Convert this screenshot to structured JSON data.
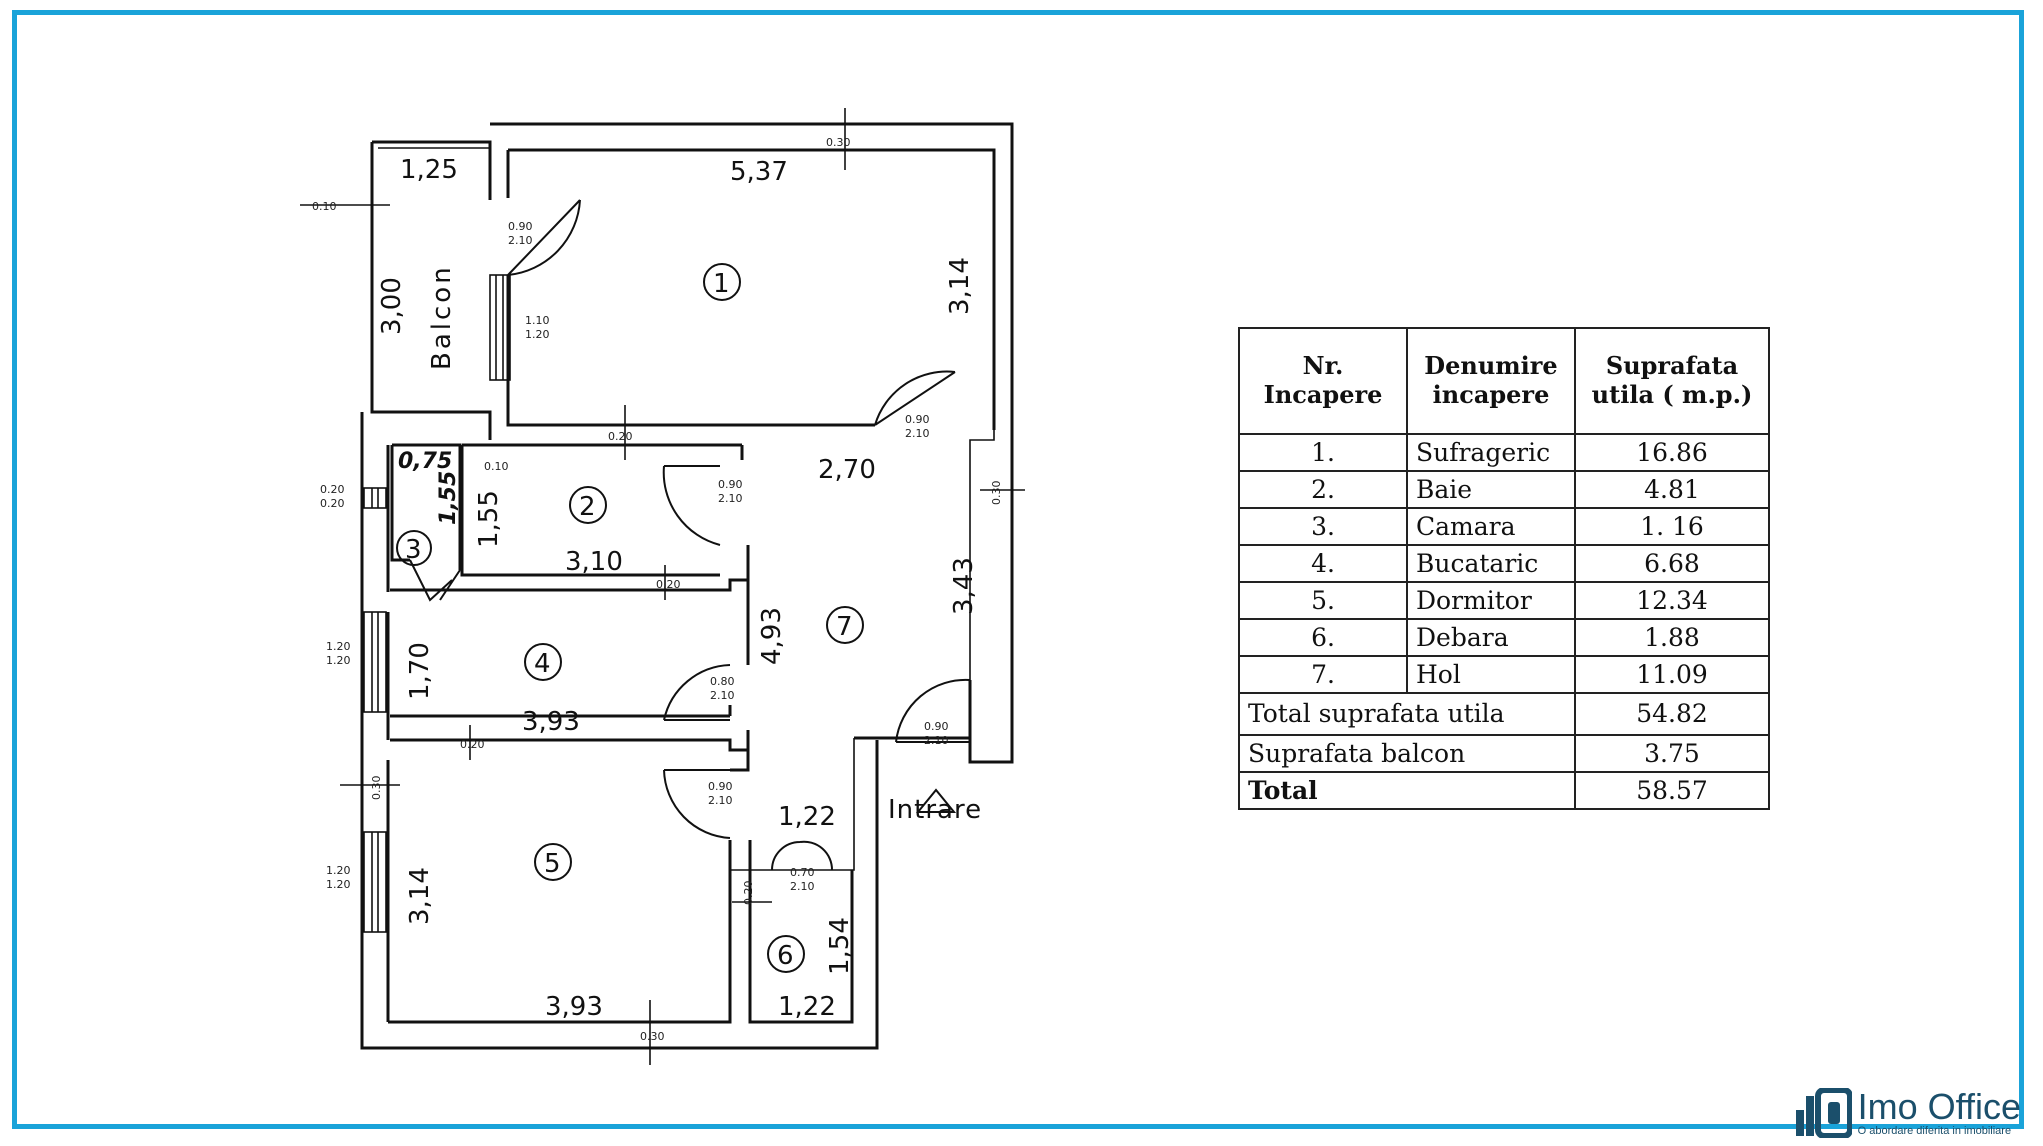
{
  "plan": {
    "dimensions": {
      "balcon_width": "1,25",
      "balcon_height": "3,00",
      "room1_width": "5,37",
      "room1_height": "3,14",
      "hall_width": "2,70",
      "hall_height": "3,43",
      "room2_width": "3,10",
      "room2_height": "1,55",
      "room3_width": "0,75",
      "room3_height": "1,55",
      "room4_width": "3,93",
      "room4_height": "1,70",
      "hall_length": "4,93",
      "room5_width": "3,93",
      "room5_height": "3,14",
      "room6_width_top": "1,22",
      "room6_width_bottom": "1,22",
      "room6_height": "1,54"
    },
    "balcon_label": "Balcon",
    "entrance_label": "Intrare",
    "wall_marks": {
      "top": "0.30",
      "right": "0.30",
      "bottom": "0.30",
      "left_top": "0.10",
      "left_mid": "0.30",
      "inner_1": "0.20",
      "inner_2": "0.20",
      "inner_3": "0.20",
      "inner_4": "0.10",
      "inner_5": "0.20"
    },
    "openings": {
      "balcon_door": [
        "0.90",
        "2.10"
      ],
      "balcon_window": [
        "1.10",
        "1.20"
      ],
      "hall_door": [
        "0.90",
        "2.10"
      ],
      "bath_door": [
        "0.90",
        "2.10"
      ],
      "kitchen_door": [
        "0.80",
        "2.10"
      ],
      "bedroom_door": [
        "0.90",
        "2.10"
      ],
      "entrance_door": [
        "0.90",
        "2.10"
      ],
      "storage_door": [
        "0.70",
        "2.10"
      ],
      "win_left_1": [
        "0.20",
        "0.20"
      ],
      "win_left_2": [
        "1.20",
        "1.20"
      ],
      "win_left_3": [
        "1.20",
        "1.20"
      ]
    },
    "room_numbers": [
      "1",
      "2",
      "3",
      "4",
      "5",
      "6",
      "7"
    ]
  },
  "table": {
    "headers": [
      "Nr. Incapere",
      "Denumire incapere",
      "Suprafata utila ( m.p.)"
    ],
    "rows": [
      {
        "nr": "1.",
        "name": "Sufrageric",
        "area": "16.86"
      },
      {
        "nr": "2.",
        "name": "Baie",
        "area": "4.81"
      },
      {
        "nr": "3.",
        "name": "Camara",
        "area": "1. 16"
      },
      {
        "nr": "4.",
        "name": "Bucataric",
        "area": "6.68"
      },
      {
        "nr": "5.",
        "name": "Dormitor",
        "area": "12.34"
      },
      {
        "nr": "6.",
        "name": "Debara",
        "area": "1.88"
      },
      {
        "nr": "7.",
        "name": "Hol",
        "area": "11.09"
      }
    ],
    "total_util_label": "Total suprafata utila",
    "total_util_value": "54.82",
    "balcon_label": "Suprafata balcon",
    "balcon_value": "3.75",
    "total_label": "Total",
    "total_value": "58.57"
  },
  "logo": {
    "name": "Imo Office",
    "tagline": "O abordare diferita in imobiliare",
    "color": "#1b4f6b"
  },
  "frame_color": "#1aa3d9"
}
